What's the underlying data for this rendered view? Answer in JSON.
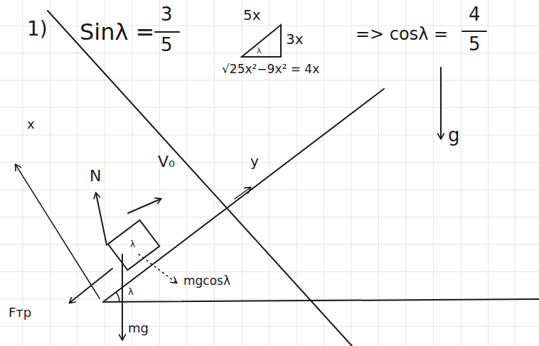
{
  "diagram": {
    "labels": [
      "1)",
      "Sinλ =",
      "3",
      "5",
      "5x",
      "3x",
      "λ",
      "√25x²−9x² = 4x",
      "=> cosλ =",
      "4",
      "5",
      "g",
      "x",
      "V₀",
      "N",
      "y",
      "λ",
      "mgcosλ",
      "Fтр",
      "λ",
      "mg"
    ]
  }
}
